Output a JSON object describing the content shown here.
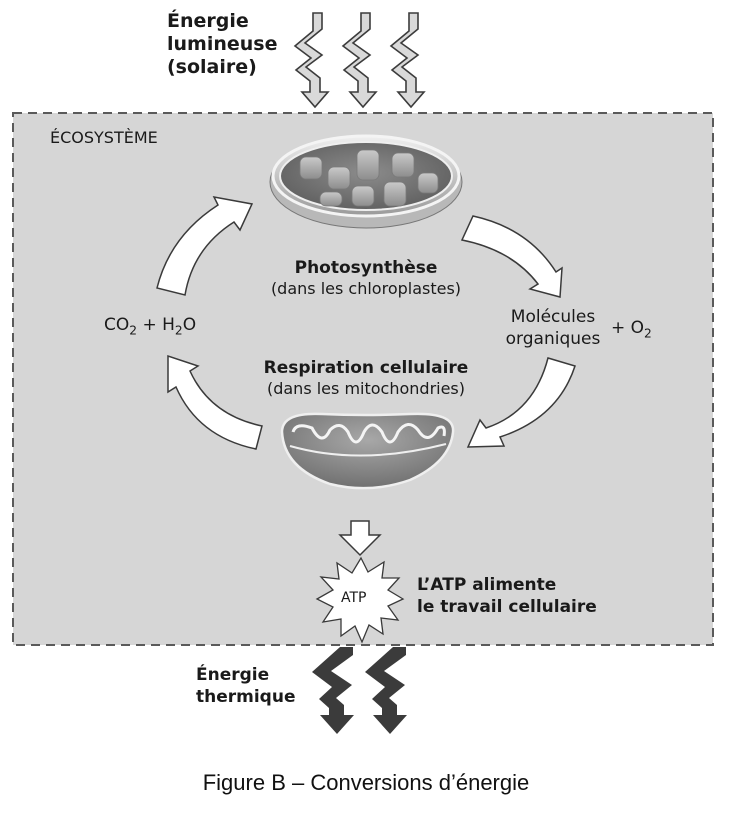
{
  "diagram": {
    "light_energy_label": [
      "Énergie",
      "lumineuse",
      "(solaire)"
    ],
    "ecosystem_label": "ÉCOSYSTÈME",
    "photosynthesis": {
      "title": "Photosynthèse",
      "subtitle": "(dans les chloroplastes)"
    },
    "respiration": {
      "title": "Respiration cellulaire",
      "subtitle": "(dans les mitochondries)"
    },
    "inputs": {
      "co2": "CO",
      "co2_sub": "2",
      "plus": "+ H",
      "h2o_sub": "2",
      "h2o_end": "O"
    },
    "outputs": {
      "molecules_line1": "Molécules",
      "molecules_line2": "organiques",
      "o2_prefix": "+ O",
      "o2_sub": "2"
    },
    "atp": {
      "badge": "ATP",
      "label_line1": "L’ATP alimente",
      "label_line2": "le travail cellulaire"
    },
    "heat_energy_label": [
      "Énergie",
      "thermique"
    ],
    "colors": {
      "ecosystem_fill": "#d6d6d6",
      "dash": "#5a5a5a",
      "arrow_fill": "#ffffff",
      "arrow_stroke": "#3a3a3a",
      "light_arrow_fill": "#d9d9d9",
      "heat_arrow_fill": "#3b3b3b",
      "organelle": "#8a8a8a"
    }
  },
  "caption": "Figure B – Conversions d’énergie"
}
